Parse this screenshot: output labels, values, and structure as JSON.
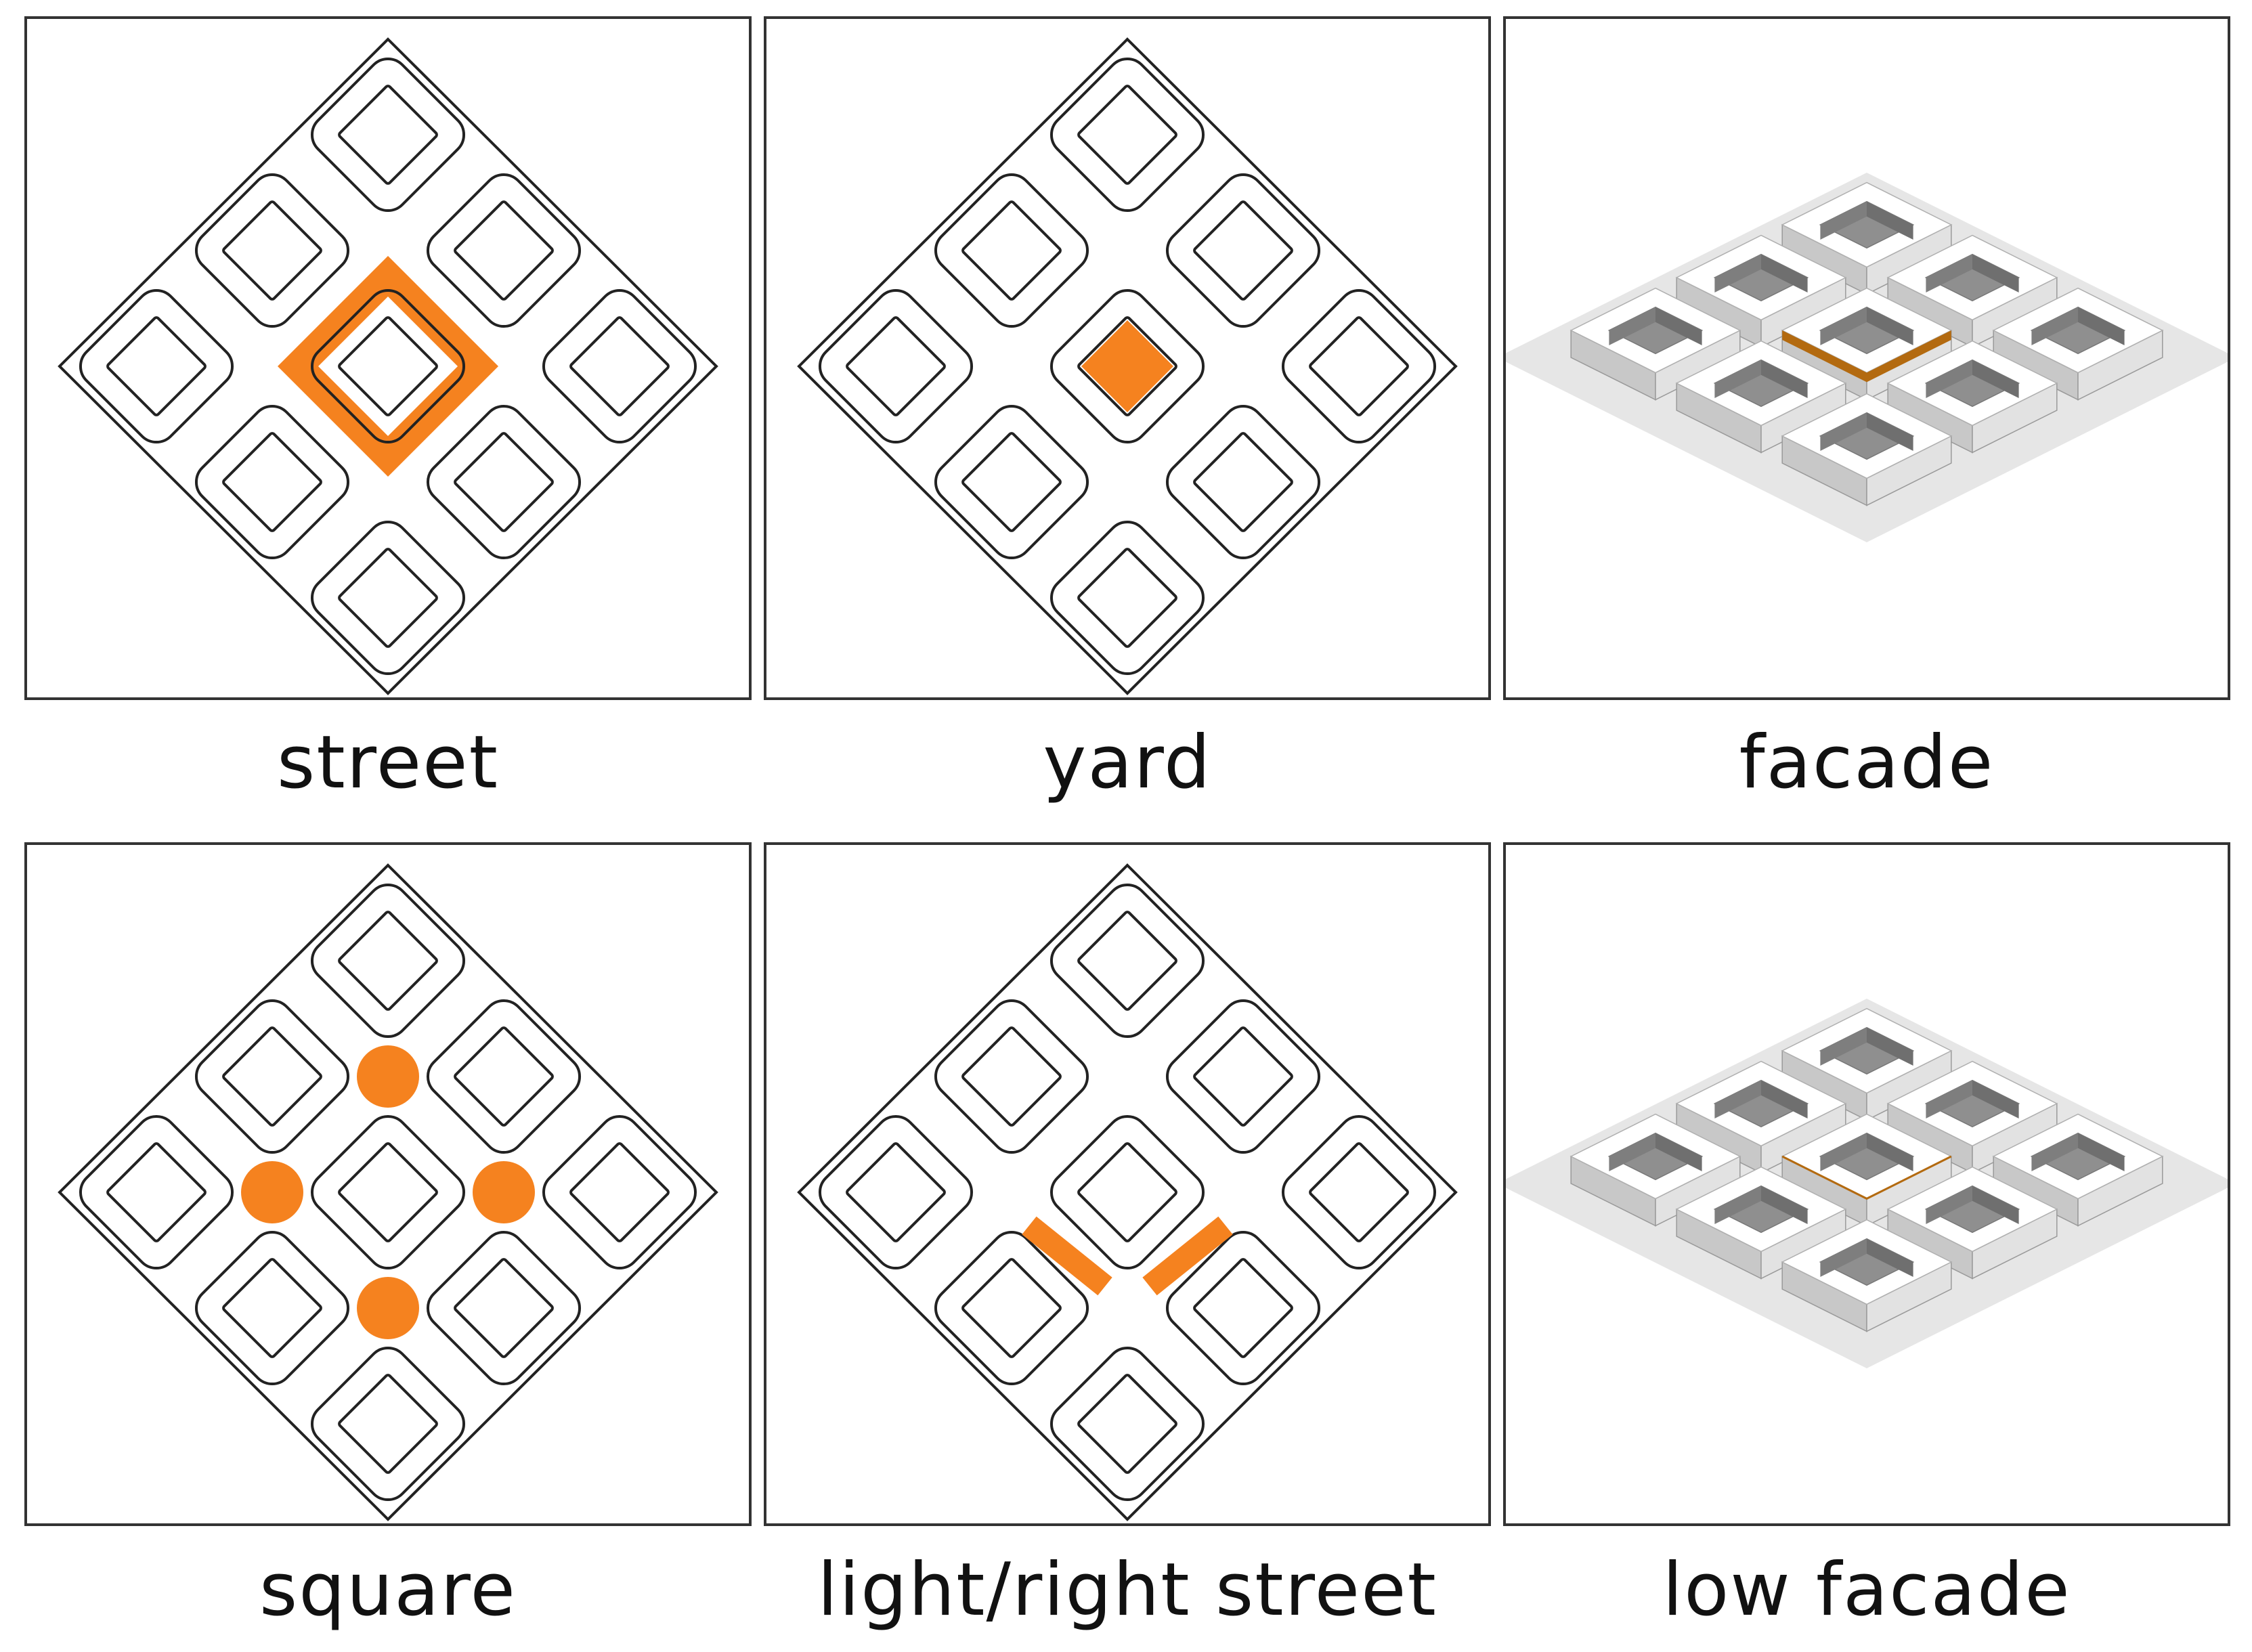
{
  "colors": {
    "highlight": "#F5821F",
    "highlight_dark": "#B36A10",
    "outline": "#222222",
    "block_top": "#ffffff",
    "block_side": "#d4d4d4",
    "courtyard_floor": "#8f8f8f",
    "ground": "#e6e6e6"
  },
  "panels": [
    {
      "caption": "street",
      "view": "plan",
      "highlight": "street-ring"
    },
    {
      "caption": "yard",
      "view": "plan",
      "highlight": "courtyard"
    },
    {
      "caption": "facade",
      "view": "isometric",
      "highlight": "facade-edge"
    },
    {
      "caption": "square",
      "view": "plan",
      "highlight": "intersections"
    },
    {
      "caption": "light/right street",
      "view": "plan",
      "highlight": "street-segments"
    },
    {
      "caption": "low facade",
      "view": "isometric",
      "highlight": "low-facade-edge"
    }
  ]
}
